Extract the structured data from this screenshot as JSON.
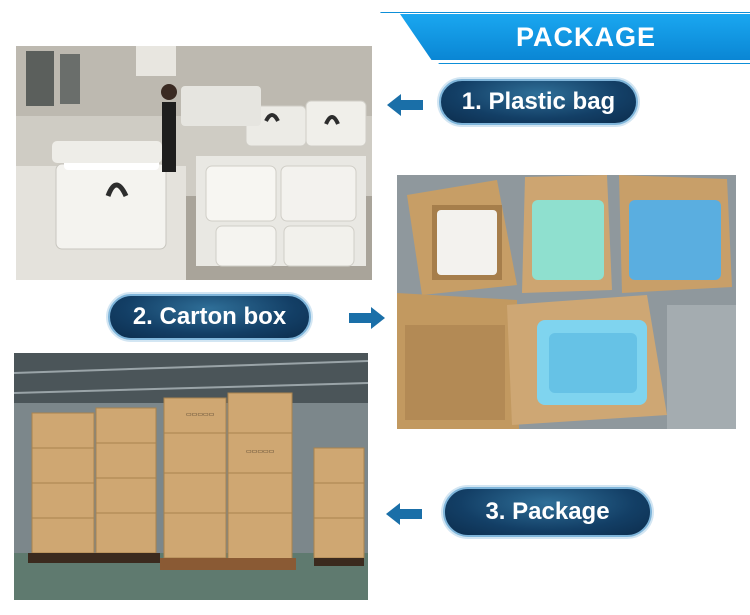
{
  "header": {
    "title": "PACKAGE"
  },
  "steps": [
    {
      "label": "1. Plastic bag"
    },
    {
      "label": "2. Carton box"
    },
    {
      "label": "3. Package"
    }
  ],
  "carton_print": "COOLER BOX",
  "colors": {
    "banner": "#0a86d4",
    "pill": "#133f66",
    "arrow": "#1a6fa8",
    "carton": "#cfa772"
  },
  "icons": {
    "arrow_left": "arrow-left-icon",
    "arrow_right": "arrow-right-icon"
  }
}
